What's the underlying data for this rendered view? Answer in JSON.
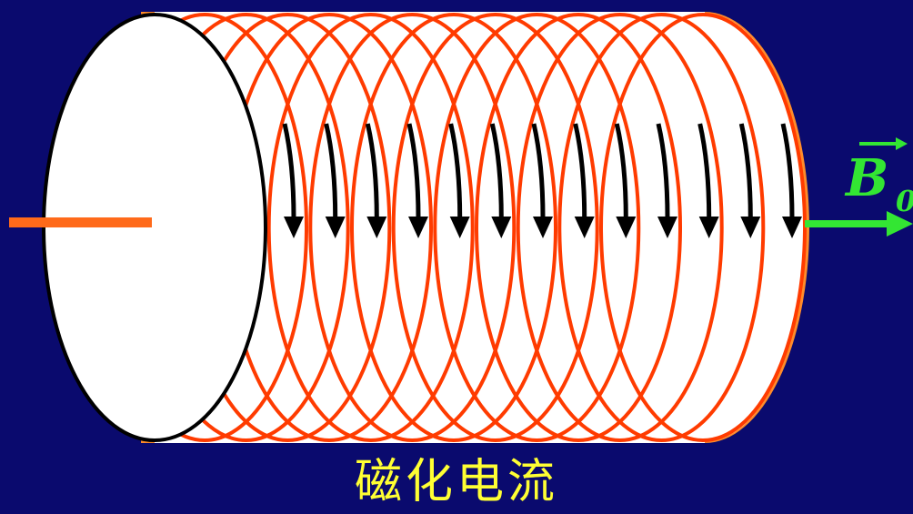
{
  "caption": "磁化电流",
  "field_label": {
    "symbol": "B",
    "subscript": "0"
  },
  "colors": {
    "background": "#0a0a6e",
    "cylinder_back": "#ff8c2a",
    "cylinder_face": "#ffffff",
    "coil": "#ff3b00",
    "current_arrow": "#000000",
    "field_arrow": "#33e633",
    "axis_stub": "#ff6a1a",
    "caption": "#ffff33"
  },
  "coil_turns": 13,
  "icons": [
    "coil-turn",
    "current-arrow-icon",
    "field-arrow-icon"
  ]
}
